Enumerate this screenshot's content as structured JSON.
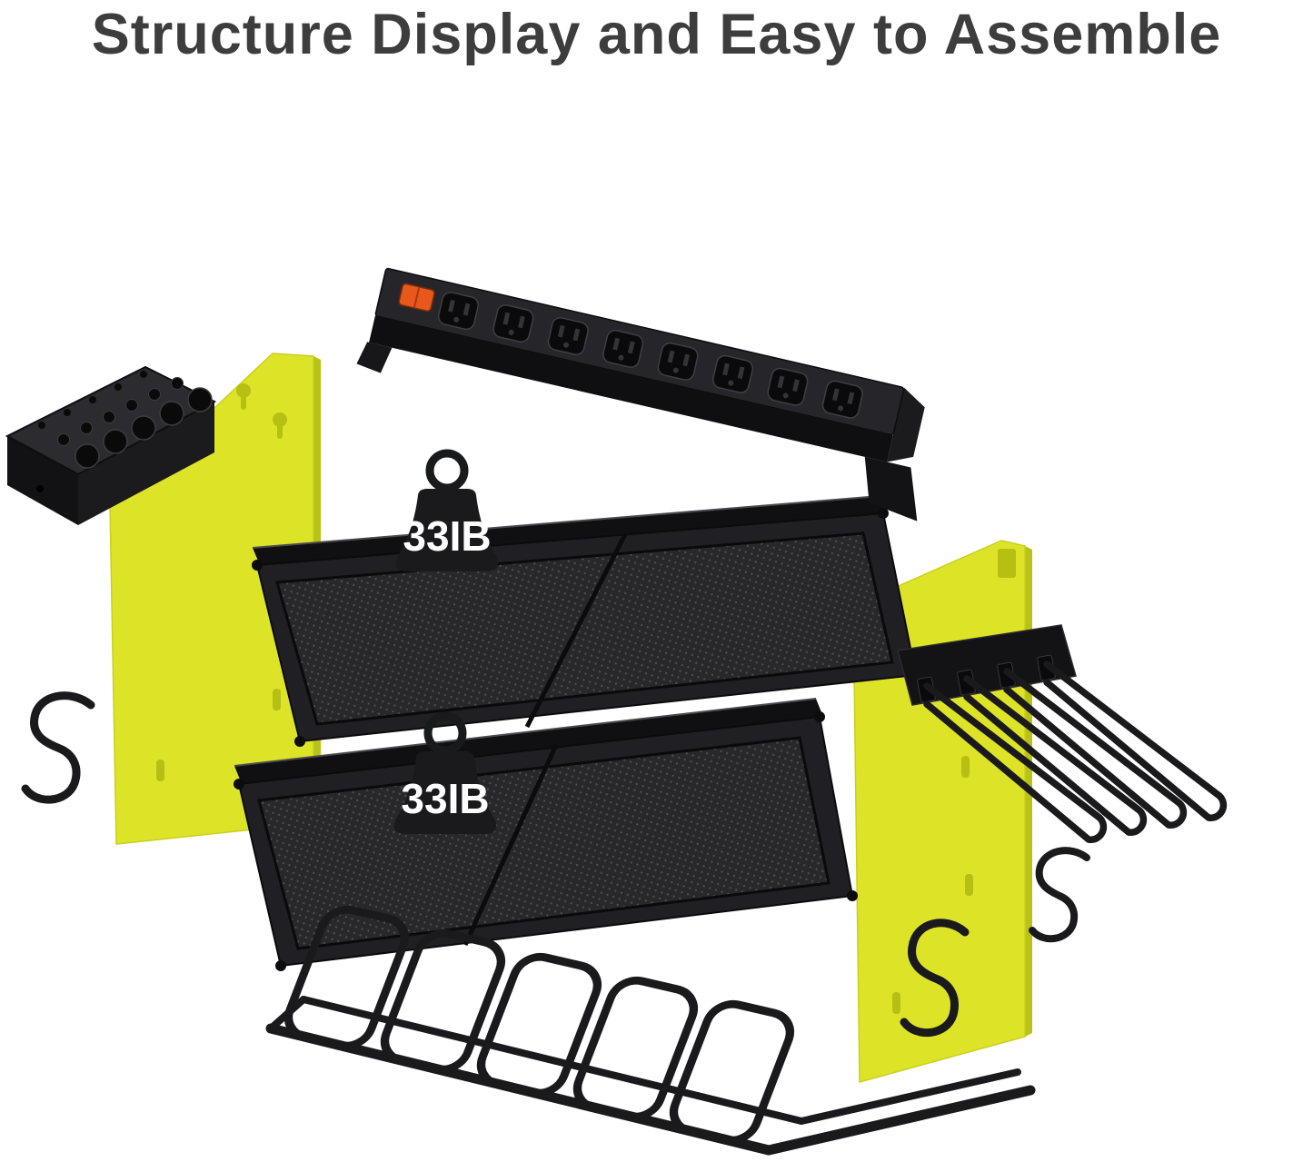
{
  "title": "Structure Display and Easy to Assemble",
  "upper_shelf_badge": {
    "label": "33IB"
  },
  "lower_shelf_badge": {
    "label": "33IB"
  },
  "colors": {
    "panel_yellow": "#dde428",
    "panel_yellow_edge": "#b9c216",
    "part_black": "#1a1a1c",
    "switch_orange": "#e8571c",
    "title_gray": "#3d3d3d",
    "background": "#ffffff"
  },
  "illustration": {
    "parts": [
      "power-strip-8-outlets",
      "drill-bit-holder-bracket",
      "left-side-panel",
      "right-side-panel",
      "upper-mesh-shelf",
      "lower-mesh-shelf",
      "weight-capacity-badge-upper",
      "weight-capacity-badge-lower",
      "tool-hook-rack",
      "drill-holder-rack",
      "s-hooks"
    ]
  }
}
